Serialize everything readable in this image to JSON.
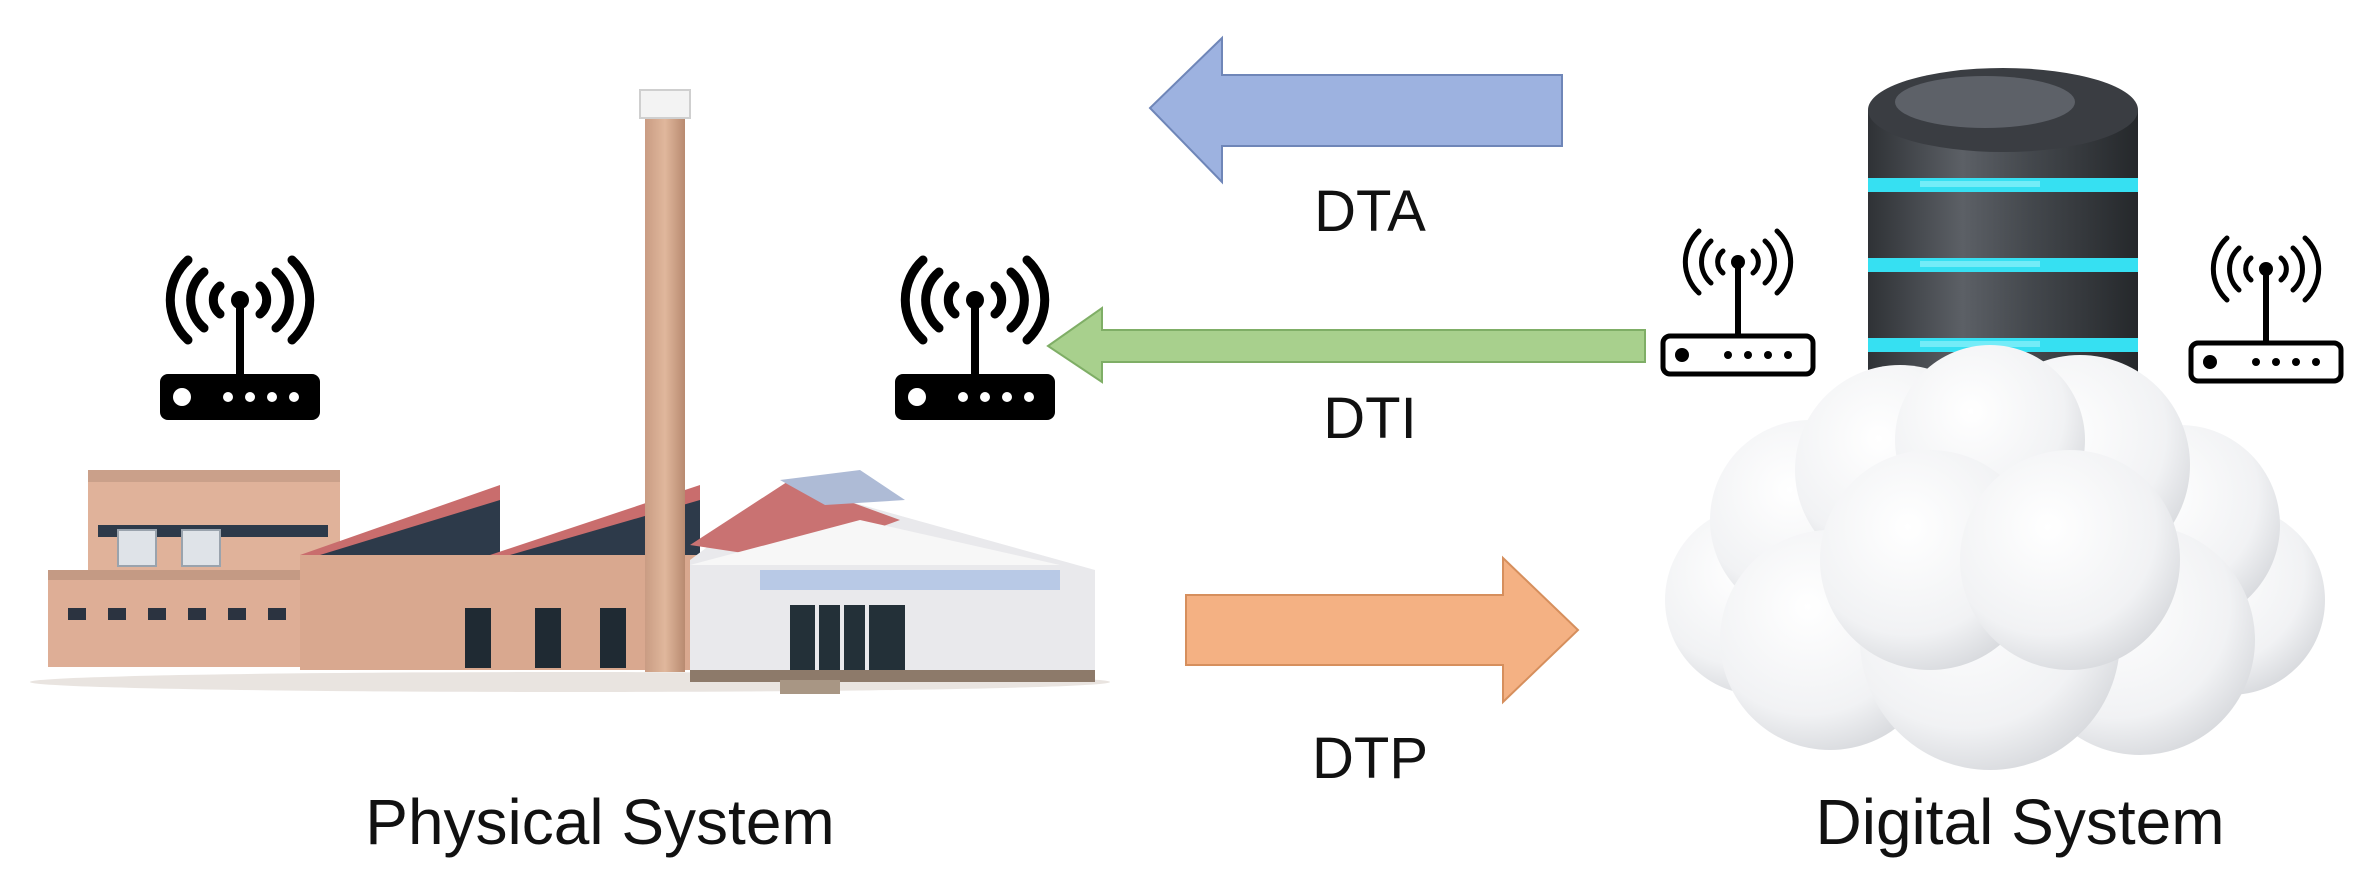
{
  "labels": {
    "physical_system": "Physical System",
    "digital_system": "Digital System"
  },
  "arrows": {
    "dta": {
      "label": "DTA",
      "direction": "to-physical",
      "color": "#9db2e0"
    },
    "dti": {
      "label": "DTI",
      "direction": "to-physical",
      "color": "#a8d08d"
    },
    "dtp": {
      "label": "DTP",
      "direction": "to-digital",
      "color": "#f4b183"
    }
  },
  "icons": {
    "factory": "factory-icon",
    "router": "wifi-router-icon",
    "database": "database-icon",
    "cloud": "cloud-icon"
  }
}
